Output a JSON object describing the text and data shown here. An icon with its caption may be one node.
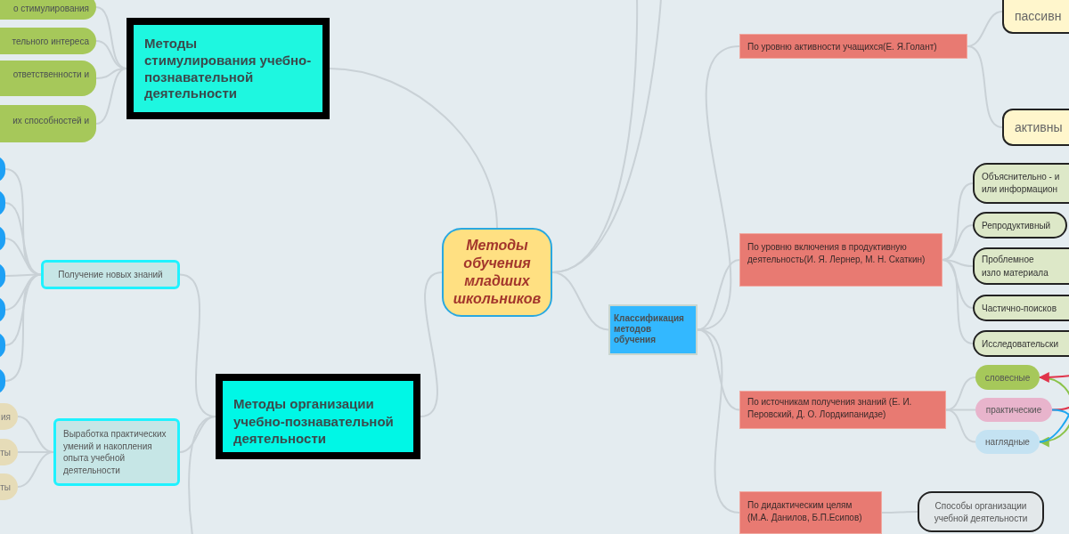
{
  "diagram": {
    "nodes": [
      {
        "text": [
          "Методы обучения младших школьников"
        ]
      },
      {
        "text": [
          "Методы стимулирования учебно-познавательной деятельности"
        ]
      },
      {
        "text": [
          "Методы организации учебно-познавательной деятельности"
        ]
      },
      {
        "text": [
          "Классификация методов обучения"
        ]
      },
      {
        "text": [
          "о стимулирования"
        ]
      },
      {
        "text": [
          "тельного интереса"
        ]
      },
      {
        "text": [
          "ответственности и"
        ]
      },
      {
        "text": [
          "их способностей и"
        ]
      },
      {
        "text": [
          "Получение новых знаний"
        ]
      },
      {
        "text": [
          "Выработка практических умений и накопления опыта учебной деятельности"
        ]
      },
      {
        "text": [],
        "shape": "circle"
      },
      {
        "text": [],
        "shape": "circle"
      },
      {
        "text": [],
        "shape": "circle"
      },
      {
        "text": [],
        "shape": "circle"
      },
      {
        "text": [],
        "shape": "circle"
      },
      {
        "text": [],
        "shape": "circle"
      },
      {
        "text": [],
        "shape": "circle"
      },
      {
        "text": [
          "ия"
        ]
      },
      {
        "text": [
          "ты"
        ]
      },
      {
        "text": [
          "ты"
        ]
      },
      {
        "text": [
          "По уровню активности учащихся(Е. Я.Голант)"
        ]
      },
      {
        "text": [
          "пассивн"
        ]
      },
      {
        "text": [
          "активны"
        ]
      },
      {
        "text": [
          "По уровню включения в продуктивную деятельность(И. Я. Лернер, М. Н. Скаткин)"
        ]
      },
      {
        "text": [
          "Объяснительно - и или информацион"
        ]
      },
      {
        "text": [
          "Репродуктивный"
        ]
      },
      {
        "text": [
          "Проблемное изло материала"
        ]
      },
      {
        "text": [
          "Частично-поисков"
        ]
      },
      {
        "text": [
          "Исследовательски"
        ]
      },
      {
        "text": [
          "По источникам получения знаний (Е. И. Перовский, Д. О. Лордкипанидзе)"
        ]
      },
      {
        "text": [
          "словесные"
        ]
      },
      {
        "text": [
          "практические"
        ]
      },
      {
        "text": [
          "наглядные"
        ]
      },
      {
        "text": [
          "По дидактическим целям (М.А. Данилов, Б.П.Есипов)"
        ]
      },
      {
        "text": [
          "Способы организации учебной деятельности"
        ]
      }
    ],
    "edges": [
      {
        "from": 0,
        "to": 1,
        "arrow": "none"
      },
      {
        "from": 0,
        "to": 2,
        "arrow": "none"
      },
      {
        "from": 0,
        "to": 3,
        "arrow": "none"
      },
      {
        "from": 0,
        "to": null,
        "arrow": "none"
      },
      {
        "from": 0,
        "to": null,
        "arrow": "none"
      },
      {
        "from": 1,
        "to": 4,
        "arrow": "none"
      },
      {
        "from": 1,
        "to": 5,
        "arrow": "none"
      },
      {
        "from": 1,
        "to": 6,
        "arrow": "none"
      },
      {
        "from": 1,
        "to": 7,
        "arrow": "none"
      },
      {
        "from": 2,
        "to": 8,
        "arrow": "none"
      },
      {
        "from": 2,
        "to": 9,
        "arrow": "none"
      },
      {
        "from": 2,
        "to": null,
        "arrow": "none"
      },
      {
        "from": 8,
        "to": 10,
        "arrow": "none"
      },
      {
        "from": 8,
        "to": 11,
        "arrow": "none"
      },
      {
        "from": 8,
        "to": 12,
        "arrow": "none"
      },
      {
        "from": 8,
        "to": 13,
        "arrow": "none"
      },
      {
        "from": 8,
        "to": 14,
        "arrow": "none"
      },
      {
        "from": 8,
        "to": 15,
        "arrow": "none"
      },
      {
        "from": 8,
        "to": 16,
        "arrow": "none"
      },
      {
        "from": 9,
        "to": 17,
        "arrow": "none"
      },
      {
        "from": 9,
        "to": 18,
        "arrow": "none"
      },
      {
        "from": 9,
        "to": 19,
        "arrow": "none"
      },
      {
        "from": 3,
        "to": 20,
        "arrow": "none"
      },
      {
        "from": 3,
        "to": 23,
        "arrow": "none"
      },
      {
        "from": 3,
        "to": 29,
        "arrow": "none"
      },
      {
        "from": 3,
        "to": 33,
        "arrow": "none"
      },
      {
        "from": 20,
        "to": 21,
        "arrow": "none"
      },
      {
        "from": 20,
        "to": 22,
        "arrow": "none"
      },
      {
        "from": 23,
        "to": 24,
        "arrow": "none"
      },
      {
        "from": 23,
        "to": 25,
        "arrow": "none"
      },
      {
        "from": 23,
        "to": 26,
        "arrow": "none"
      },
      {
        "from": 23,
        "to": 27,
        "arrow": "none"
      },
      {
        "from": 23,
        "to": 28,
        "arrow": "none"
      },
      {
        "from": 29,
        "to": 30,
        "arrow": "none"
      },
      {
        "from": 29,
        "to": 31,
        "arrow": "none"
      },
      {
        "from": 29,
        "to": 32,
        "arrow": "none"
      },
      {
        "from": 33,
        "to": 34,
        "arrow": "none"
      },
      {
        "from": 30,
        "to": 32,
        "arrow": "to",
        "color": "#8bc34a"
      },
      {
        "from": null,
        "to": 30,
        "arrow": "to",
        "color": "#e0334a"
      },
      {
        "from": 31,
        "to": null,
        "arrow": "none",
        "color": "#e0334a"
      },
      {
        "from": 31,
        "to": null,
        "arrow": "none",
        "color": "#1ea7f0"
      },
      {
        "from": 32,
        "to": null,
        "arrow": "none",
        "color": "#1ea7f0"
      }
    ]
  }
}
